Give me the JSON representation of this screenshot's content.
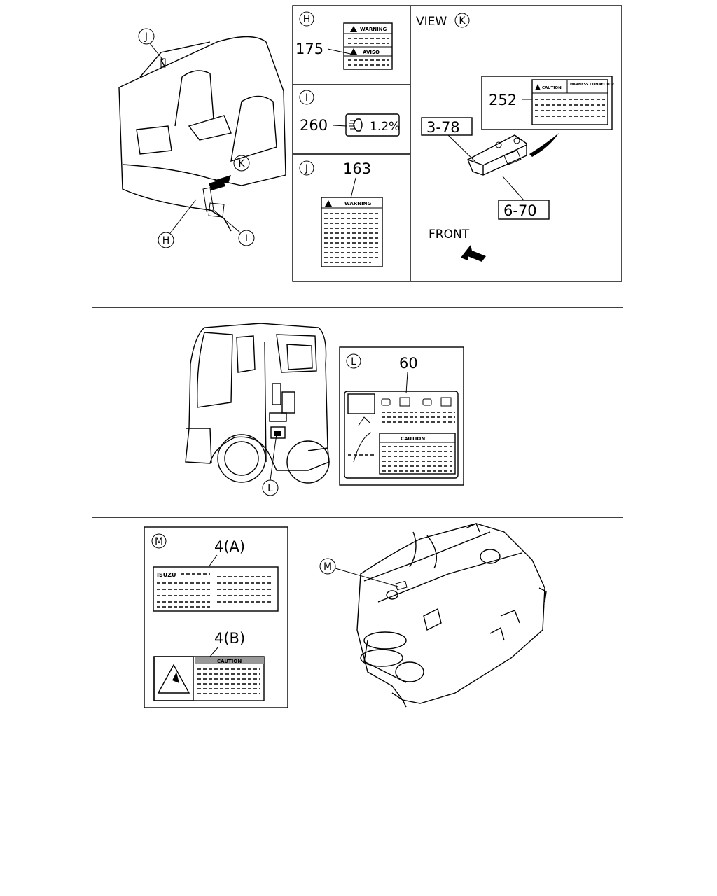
{
  "top": {
    "callouts": {
      "J": "J",
      "K": "K",
      "H": "H",
      "I": "I"
    },
    "panel_h": {
      "letter": "H",
      "part": "175",
      "label_top": "WARNING",
      "label_bottom": "AVISO"
    },
    "panel_i": {
      "letter": "I",
      "part": "260",
      "readout": "1.2%"
    },
    "panel_j": {
      "letter": "J",
      "part": "163",
      "label": "WARNING"
    },
    "panel_k": {
      "title": "VIEW",
      "letter": "K",
      "part_label": "252",
      "label_left": "CAUTION",
      "label_right": "HARNESS CONNECTOR",
      "part_a": "3-78",
      "part_b": "6-70",
      "front": "FRONT"
    }
  },
  "middle": {
    "callout": "L",
    "panel_l": {
      "letter": "L",
      "part": "60",
      "caution": "CAUTION"
    }
  },
  "bottom": {
    "panel_m": {
      "letter": "M",
      "part_a": "4(A)",
      "brand": "ISUZU",
      "part_b": "4(B)",
      "caution": "CAUTION"
    },
    "callout": "M"
  }
}
